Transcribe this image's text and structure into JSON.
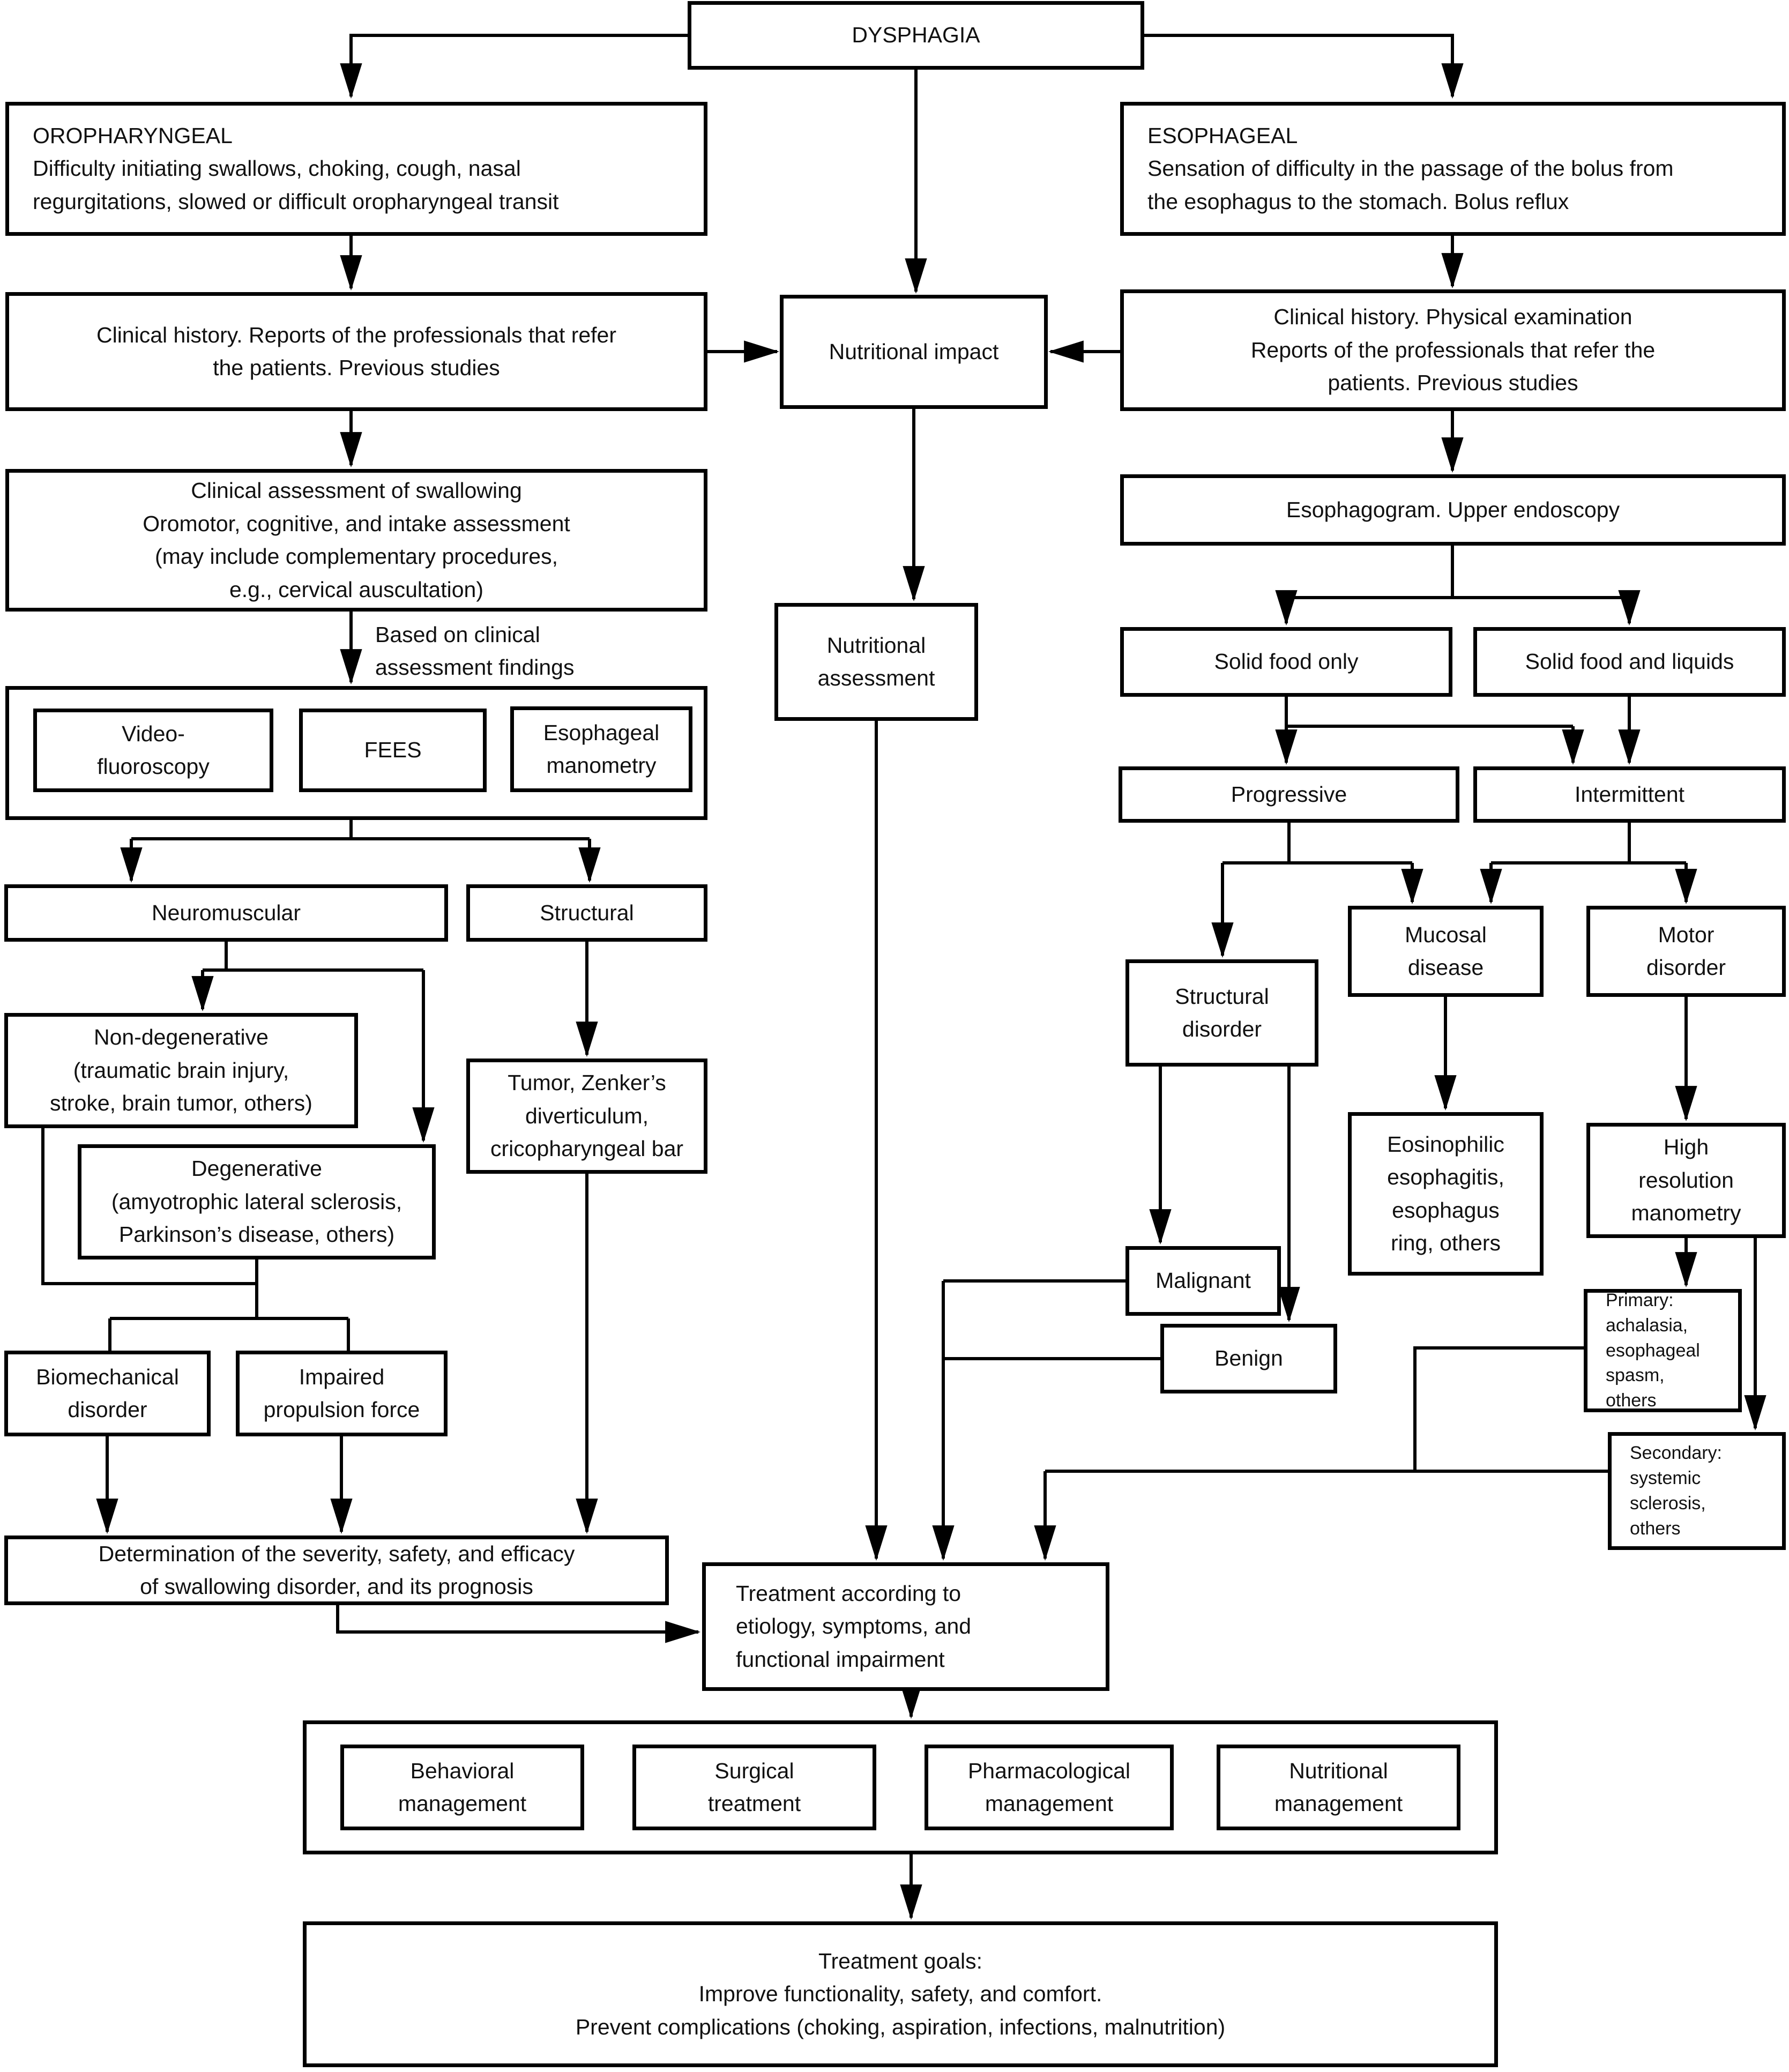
{
  "diagram_title": "DYSPHAGIA",
  "accent_colors": {
    "line": "#000000",
    "background": "#ffffff",
    "text": "#111111"
  },
  "nodes": {
    "dysphagia": "DYSPHAGIA",
    "oropharyngeal": "OROPHARYNGEAL\nDifficulty initiating swallows, choking, cough, nasal\nregurgitations, slowed or difficult oropharyngeal transit",
    "esophageal": "ESOPHAGEAL\nSensation of difficulty in the passage of the bolus from\nthe esophagus to the stomach. Bolus reflux",
    "clinical_history_left": "Clinical history. Reports of the professionals that refer\nthe patients. Previous studies",
    "nutritional_impact": "Nutritional impact",
    "clinical_history_right": "Clinical history. Physical examination\nReports of the professionals that refer the\npatients. Previous studies",
    "clinical_assessment": "Clinical assessment of swallowing\nOromotor, cognitive, and intake assessment\n(may include complementary procedures,\ne.g., cervical auscultation)",
    "based_note": "Based on clinical\nassessment findings",
    "videofluoroscopy": "Video-\nfluoroscopy",
    "fees": "FEES",
    "esophageal_manometry": "Esophageal\nmanometry",
    "nutritional_assessment": "Nutritional\nassessment",
    "esophagogram": "Esophagogram. Upper endoscopy",
    "solid_food_only": "Solid food only",
    "solid_food_liquids": "Solid food and liquids",
    "neuromuscular": "Neuromuscular",
    "structural": "Structural",
    "non_degenerative": "Non-degenerative\n(traumatic brain injury,\nstroke, brain tumor, others)",
    "degenerative": "Degenerative\n(amyotrophic lateral sclerosis,\nParkinson’s disease, others)",
    "tumor": "Tumor, Zenker’s\ndiverticulum,\ncricopharyngeal bar",
    "progressive": "Progressive",
    "intermittent": "Intermittent",
    "structural_disorder": "Structural\ndisorder",
    "mucosal_disease": "Mucosal\ndisease",
    "motor_disorder": "Motor\ndisorder",
    "malignant": "Malignant",
    "benign": "Benign",
    "eosinophilic": "Eosinophilic\nesophagitis,\nesophagus\nring, others",
    "high_resolution_manometry": "High\nresolution\nmanometry",
    "primary": "Primary:\nachalasia,\nesophageal\nspasm,\nothers",
    "secondary": "Secondary:\nsystemic\nsclerosis,\nothers",
    "biomechanical": "Biomechanical\ndisorder",
    "impaired_propulsion": "Impaired\npropulsion force",
    "determination": "Determination of the severity, safety, and efficacy\nof swallowing disorder, and its prognosis",
    "treatment": "Treatment according to\netiology, symptoms, and\nfunctional impairment",
    "behavioral": "Behavioral\nmanagement",
    "surgical": "Surgical\ntreatment",
    "pharmacological": "Pharmacological\nmanagement",
    "nutritional_management": "Nutritional\nmanagement",
    "goals": "Treatment goals:\nImprove functionality, safety, and comfort.\nPrevent complications (choking, aspiration, infections, malnutrition)"
  }
}
